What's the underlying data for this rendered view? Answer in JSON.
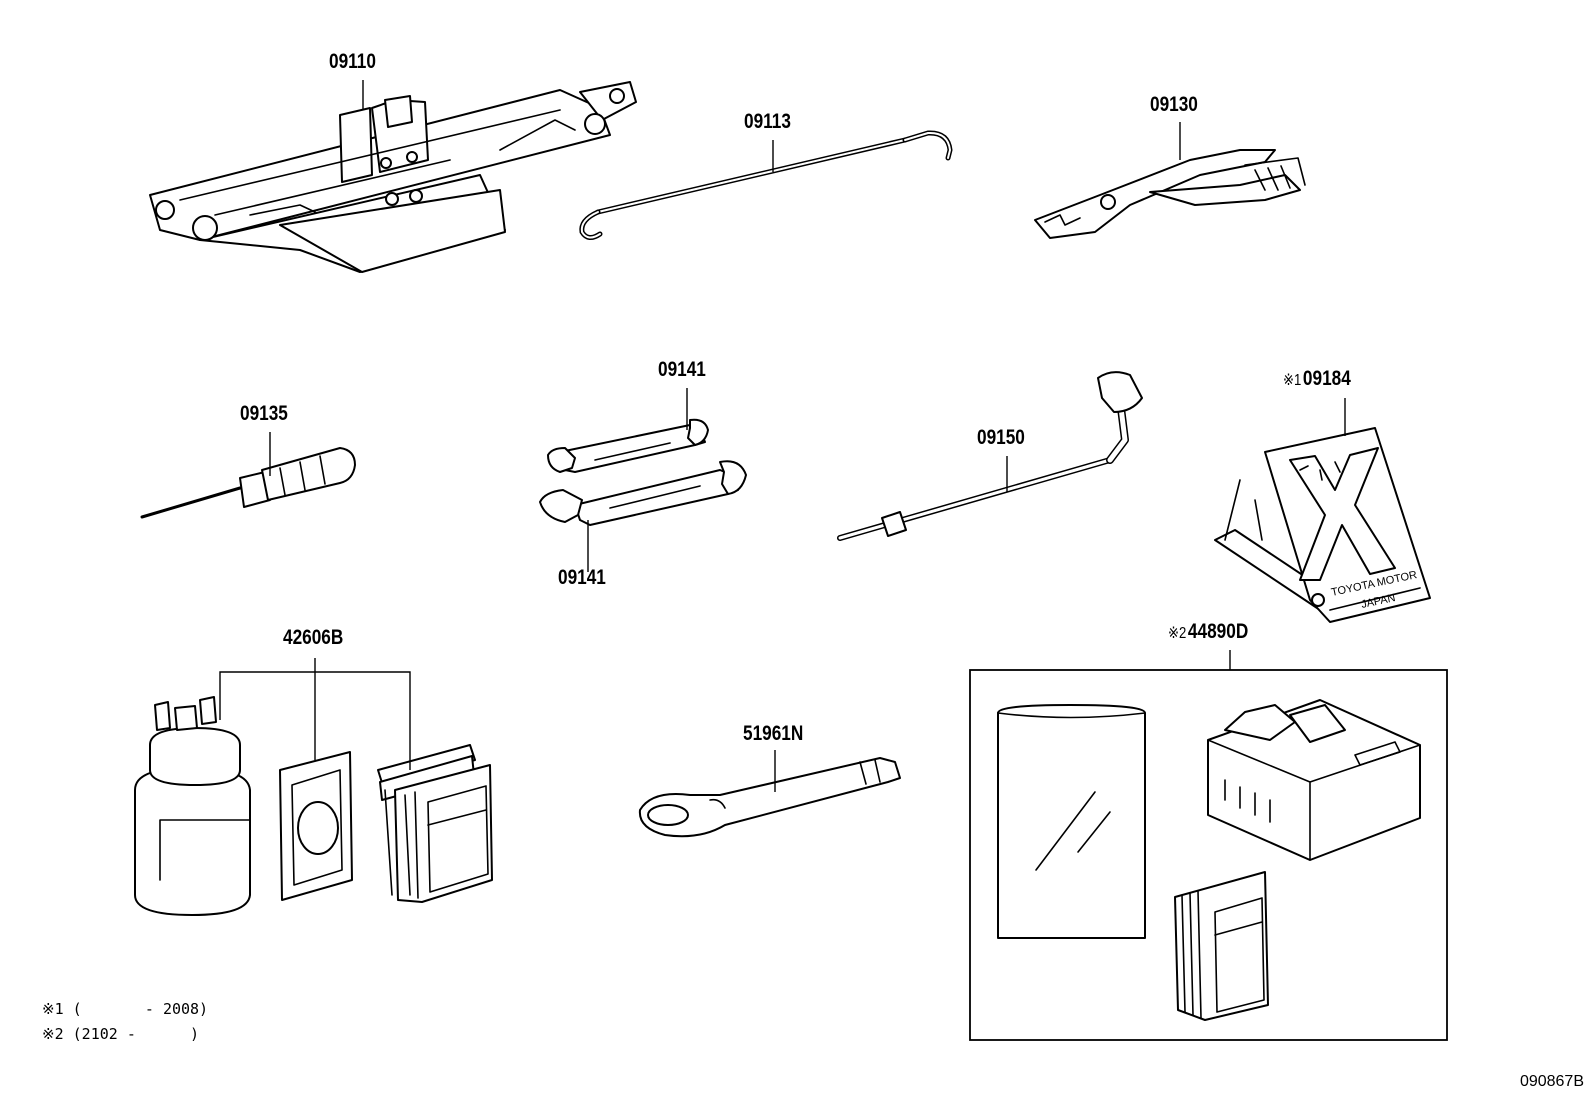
{
  "parts": [
    {
      "number": "09110",
      "mark": ""
    },
    {
      "number": "09113",
      "mark": ""
    },
    {
      "number": "09130",
      "mark": ""
    },
    {
      "number": "09135",
      "mark": ""
    },
    {
      "number": "09141",
      "mark": ""
    },
    {
      "number": "09141",
      "mark": ""
    },
    {
      "number": "09150",
      "mark": ""
    },
    {
      "number": "09184",
      "mark": "※1"
    },
    {
      "number": "42606B",
      "mark": ""
    },
    {
      "number": "51961N",
      "mark": ""
    },
    {
      "number": "44890D",
      "mark": "※2"
    }
  ],
  "imprint": {
    "line1": "TOYOTA MOTOR",
    "line2": "JAPAN"
  },
  "notes": [
    "※1 (       - 2008)",
    "※2 (2102 -      )"
  ],
  "figure_code": "090867B"
}
